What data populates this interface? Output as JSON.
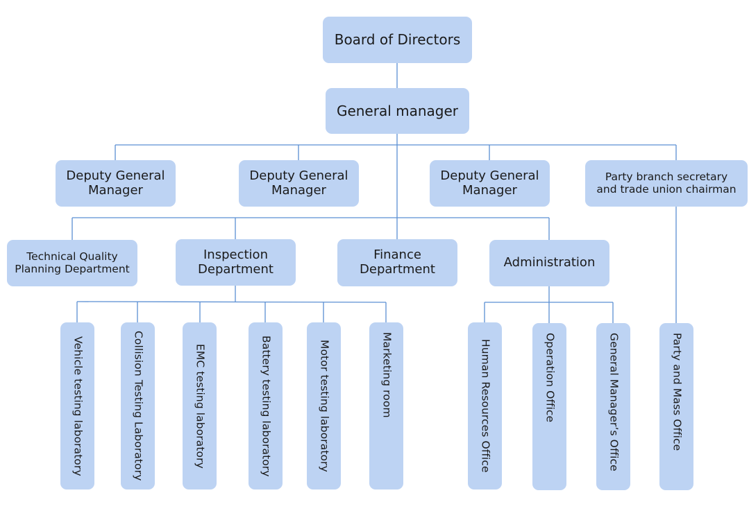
{
  "org_chart": {
    "board": "Board of Directors",
    "general_manager": "General manager",
    "deputies": [
      "Deputy General\nManager",
      "Deputy General\nManager",
      "Deputy General\nManager",
      "Party branch secretary\nand trade union chairman"
    ],
    "departments": [
      "Technical Quality\nPlanning Department",
      "Inspection\nDepartment",
      "Finance\nDepartment",
      "Administration"
    ],
    "inspection_units": [
      "Vehicle testing laboratory",
      "Collision Testing Laboratory",
      "EMC testing laboratory",
      "Battery testing laboratory",
      "Motor testing laboratory",
      "Marketing room"
    ],
    "admin_units": [
      "Human Resources Office",
      "Operation Office",
      "General Manager’s Office"
    ],
    "party_unit": "Party and Mass Office"
  },
  "colors": {
    "box": "#bdd3f3",
    "line": "#5b8fd3"
  }
}
